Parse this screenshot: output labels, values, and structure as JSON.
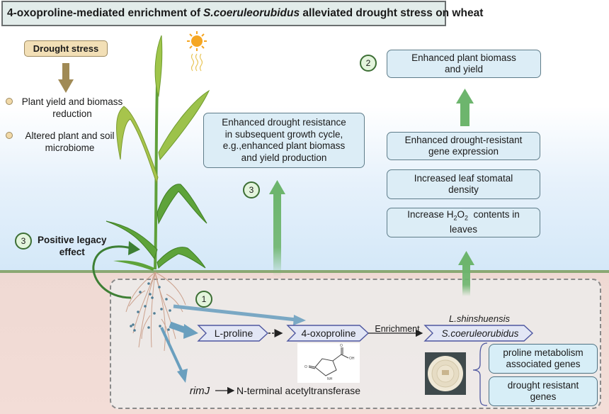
{
  "title": {
    "prefix": "4-oxoproline-mediated enrichment of ",
    "species": "S.coeruleorubidus",
    "suffix": " alleviated drought stress on wheat"
  },
  "left_panel": {
    "drought_label": "Drought stress",
    "bullets": [
      {
        "line1": "Plant yield and biomass",
        "line2": "reduction"
      },
      {
        "line1": "Altered plant and soil",
        "line2": "microbiome"
      }
    ],
    "legacy": {
      "number": "3",
      "line1": "Positive legacy",
      "line2": "effect"
    }
  },
  "middle": {
    "number": "3",
    "box_lines": [
      "Enhanced drought resistance",
      "in subsequent growth cycle,",
      "e.g.,enhanced plant biomass",
      "and yield production"
    ]
  },
  "right_column": {
    "number": "2",
    "top_box": [
      "Enhanced plant biomass",
      "and yield"
    ],
    "boxes": [
      [
        "Enhanced drought-resistant",
        "gene expression"
      ],
      [
        "Increased leaf stomatal",
        "density"
      ]
    ],
    "h2o2_box": {
      "prefix": "Increase H",
      "sub1": "2",
      "mid": "O",
      "sub2": "2",
      "suffix": "  contents in",
      "line2": "leaves"
    }
  },
  "soil_panel": {
    "number": "1",
    "l_proline": "L-proline",
    "oxoproline": "4-oxoproline",
    "enrichment": "Enrichment",
    "species_top": "L.shinshuensis",
    "species_main": "S.coeruleorubidus",
    "rimj": "rimJ",
    "acetyltransferase": "N-terminal acetyltransferase",
    "gene_boxes": [
      [
        "proline metabolism",
        "associated genes"
      ],
      [
        "drought resistant",
        "genes"
      ]
    ],
    "molecule_labels": {
      "o_top": "O",
      "oh": "OH",
      "o_left": "O",
      "nh": "NH"
    }
  },
  "colors": {
    "arrow_green": "#6db56d",
    "arrow_blue": "#6a9fbe",
    "drought_arrow": "#a08a55",
    "sky": "#d4e8f8",
    "soil": "#f3ddd7",
    "ground": "#8aa873",
    "box_fill": "#dcedf6",
    "sun": "#f5a623"
  }
}
